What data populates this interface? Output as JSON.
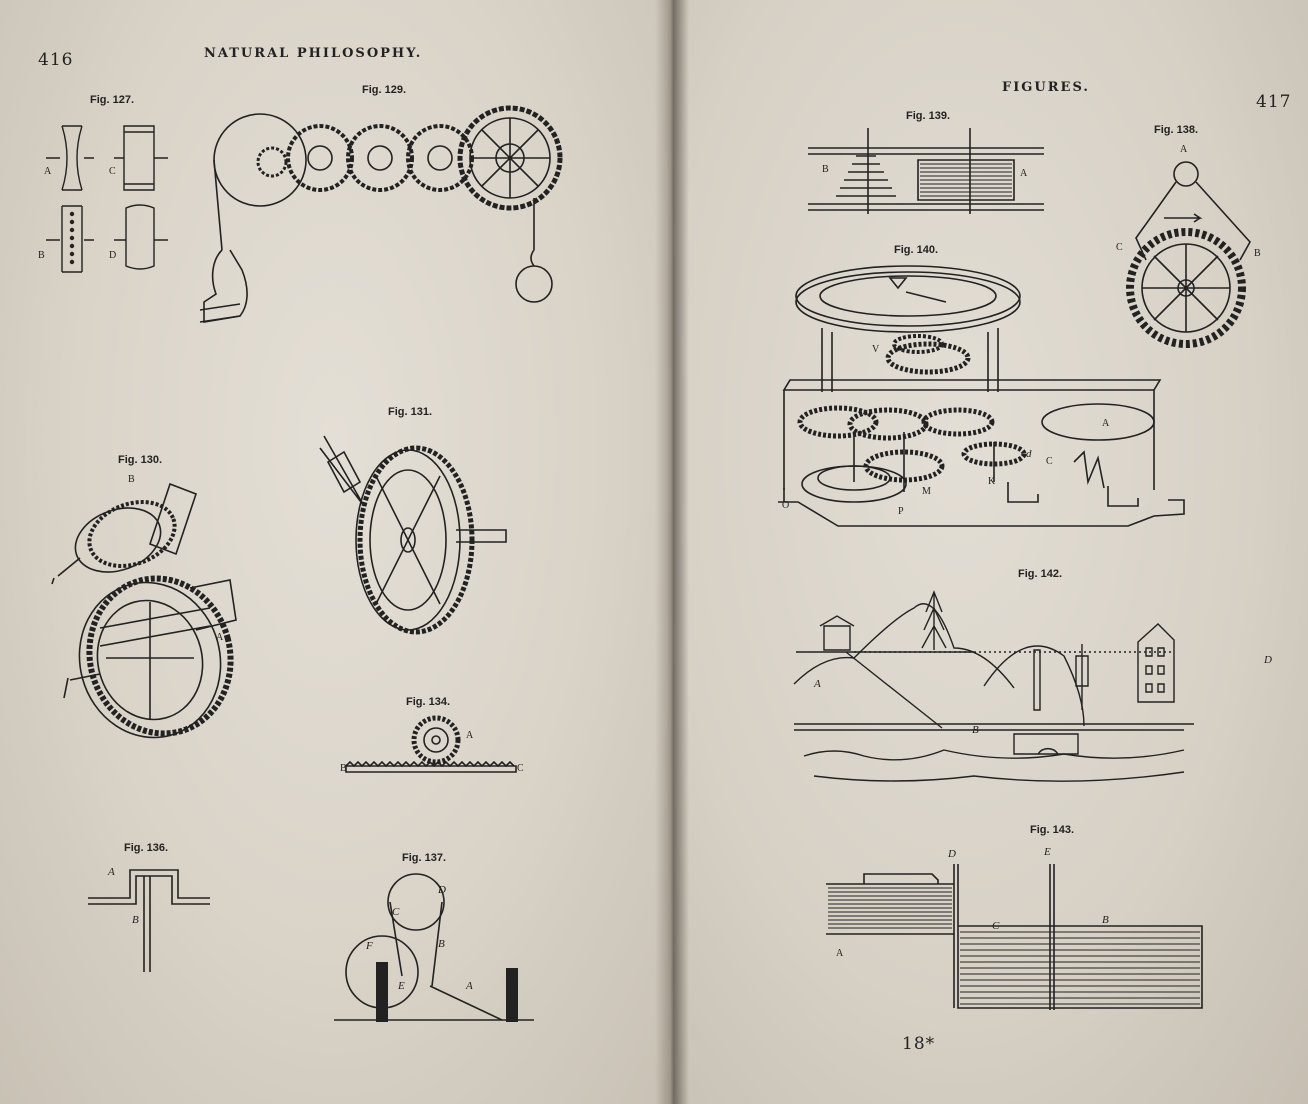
{
  "left_page": {
    "page_number": "416",
    "running_head": "NATURAL PHILOSOPHY."
  },
  "right_page": {
    "running_head": "FIGURES.",
    "page_number": "417",
    "signature": "18*"
  },
  "figures": {
    "fig127": {
      "caption": "Fig. 127.",
      "labels": [
        "A",
        "C",
        "B",
        "D"
      ]
    },
    "fig129": {
      "caption": "Fig. 129."
    },
    "fig130": {
      "caption": "Fig. 130.",
      "labels": [
        "B",
        "A"
      ]
    },
    "fig131": {
      "caption": "Fig. 131."
    },
    "fig134": {
      "caption": "Fig. 134.",
      "labels": [
        "A",
        "B",
        "C"
      ]
    },
    "fig136": {
      "caption": "Fig. 136.",
      "labels": [
        "A",
        "B"
      ]
    },
    "fig137": {
      "caption": "Fig. 137.",
      "labels": [
        "D",
        "C",
        "B",
        "F",
        "E",
        "A"
      ]
    },
    "fig139": {
      "caption": "Fig. 139.",
      "labels": [
        "B",
        "A"
      ]
    },
    "fig138": {
      "caption": "Fig. 138.",
      "labels": [
        "A",
        "C",
        "B"
      ]
    },
    "fig140": {
      "caption": "Fig. 140.",
      "labels": [
        "V",
        "A",
        "M",
        "K",
        "P",
        "O",
        "d",
        "C"
      ]
    },
    "fig142": {
      "caption": "Fig. 142.",
      "labels": [
        "A",
        "B",
        "D"
      ]
    },
    "fig143": {
      "caption": "Fig. 143.",
      "labels": [
        "D",
        "E",
        "C",
        "B",
        "A"
      ]
    }
  },
  "colors": {
    "paper": "#ddd7cc",
    "ink": "#222222",
    "gutter": "#3a3228"
  }
}
